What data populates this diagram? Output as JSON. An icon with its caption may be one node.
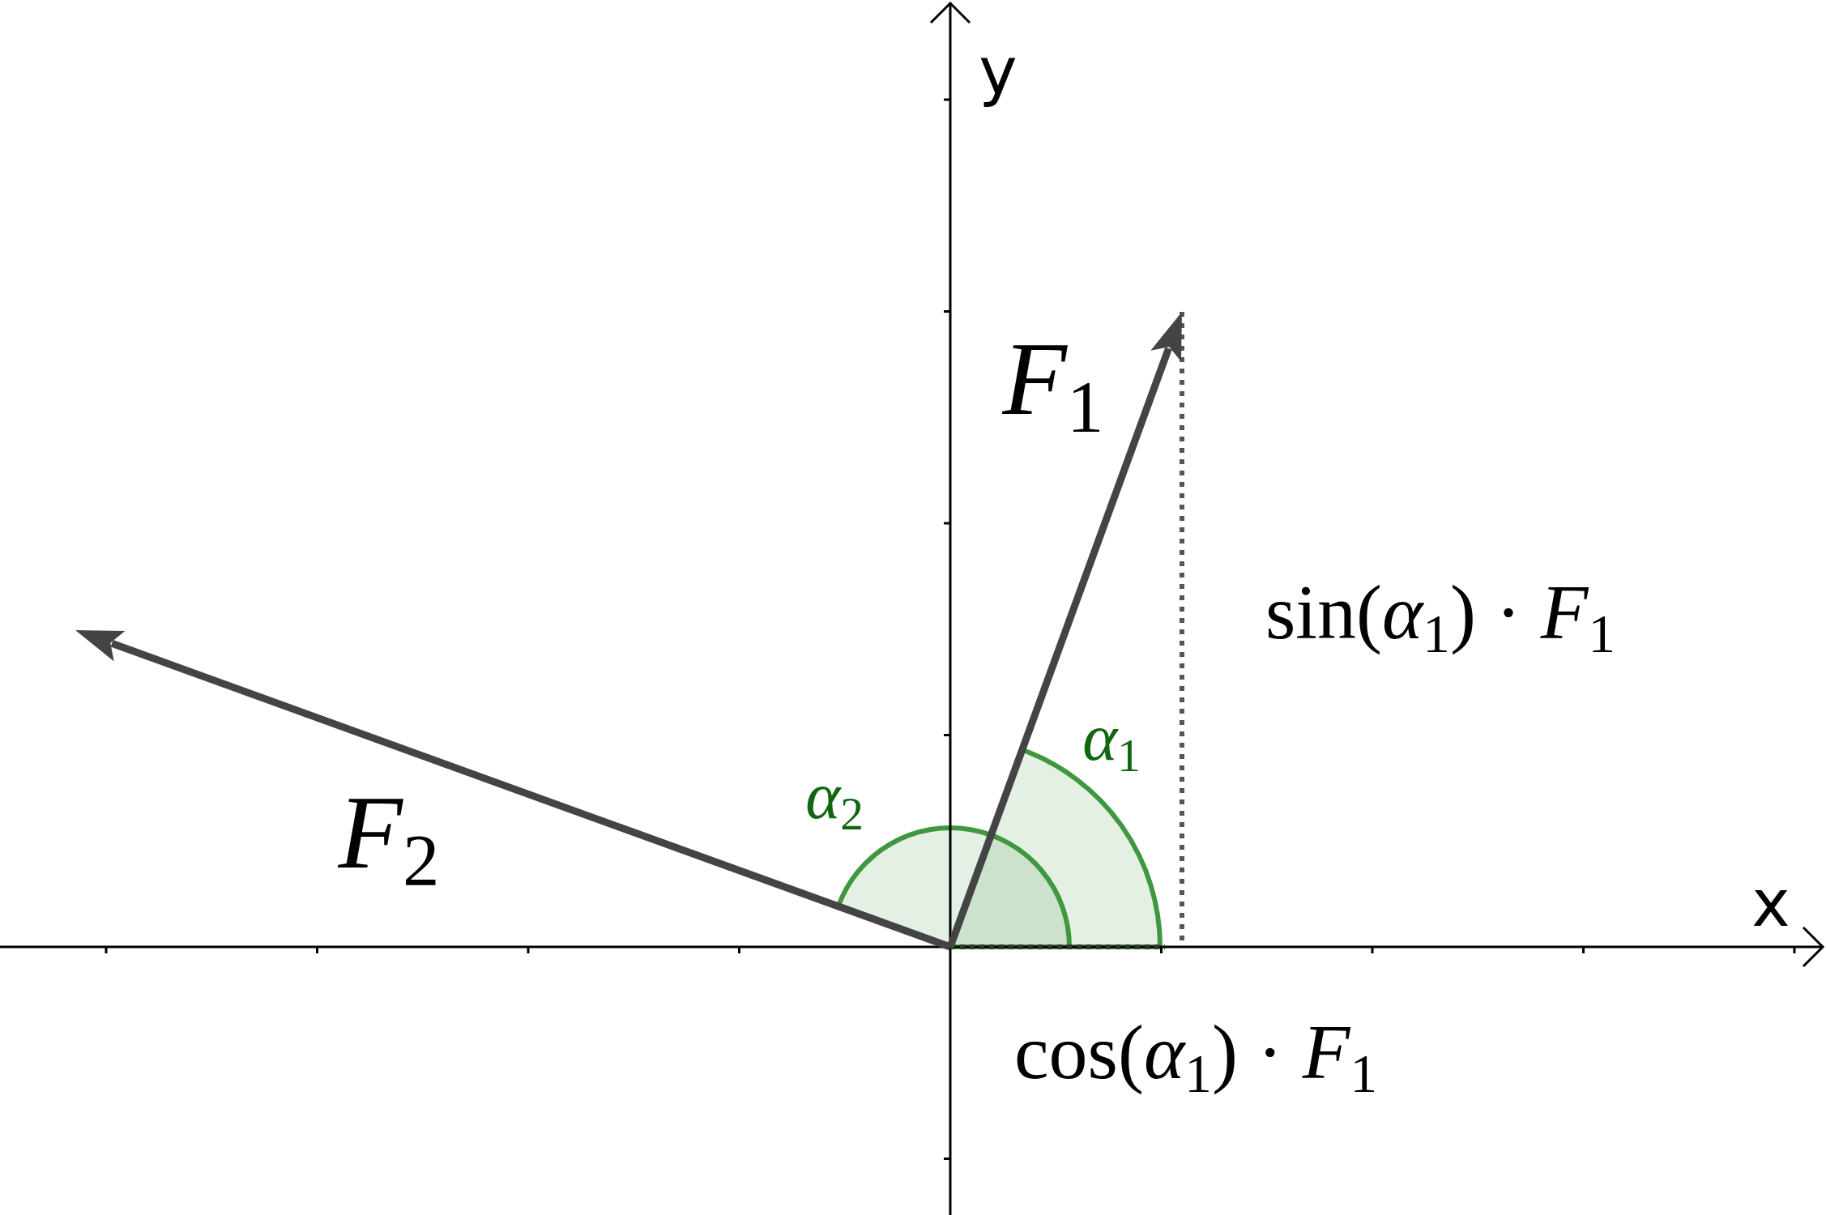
{
  "diagram": {
    "labels": [
      "y",
      "*F*$_{1}$",
      "sin(*α*$_{1}$) · *F*$_{1}$",
      "*α*$_{1}$",
      "*α*$_{2}$",
      "*F*$_{2}$",
      "x",
      "cos(*α*$_{1}$) · *F*$_{1}$"
    ]
  }
}
